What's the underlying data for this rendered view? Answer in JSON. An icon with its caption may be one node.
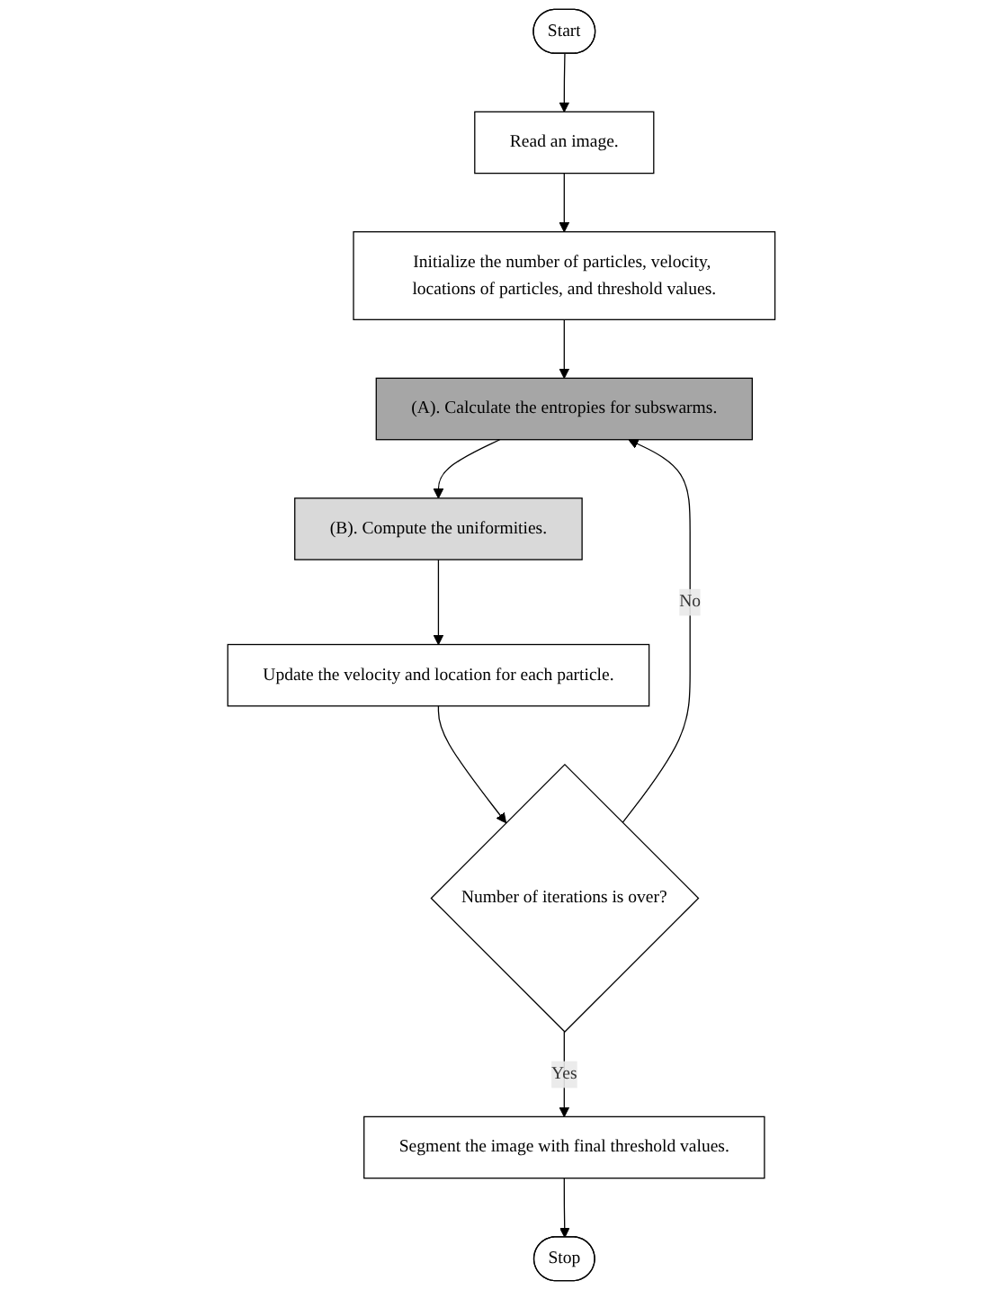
{
  "diagram": {
    "nodes": [
      {
        "text": [
          "Start"
        ]
      },
      {
        "text": [
          "Read an image."
        ]
      },
      {
        "text": [
          "Initialize the number of particles, velocity, locations of particles, and threshold values."
        ]
      },
      {
        "text": [
          "(A). Calculate the entropies for subswarms."
        ]
      },
      {
        "text": [
          "(B). Compute the uniformities."
        ]
      },
      {
        "text": [
          "Update the velocity and location for each particle."
        ]
      },
      {
        "text": [
          "Number of iterations is over?"
        ]
      },
      {
        "text": [
          "Segment the image with final threshold values."
        ]
      },
      {
        "text": [
          "Stop"
        ]
      }
    ],
    "edges": [
      {
        "from": 0,
        "to": 1,
        "arrow": "to"
      },
      {
        "from": 1,
        "to": 2,
        "arrow": "to"
      },
      {
        "from": 2,
        "to": 3,
        "arrow": "to"
      },
      {
        "from": 3,
        "to": 4,
        "arrow": "to"
      },
      {
        "from": 4,
        "to": 5,
        "arrow": "to"
      },
      {
        "from": 5,
        "to": 6,
        "arrow": "to"
      },
      {
        "from": 6,
        "to": 3,
        "label": "No",
        "arrow": "to"
      },
      {
        "from": 6,
        "to": 7,
        "label": "Yes",
        "arrow": "to"
      },
      {
        "from": 7,
        "to": 8,
        "arrow": "to"
      }
    ]
  }
}
